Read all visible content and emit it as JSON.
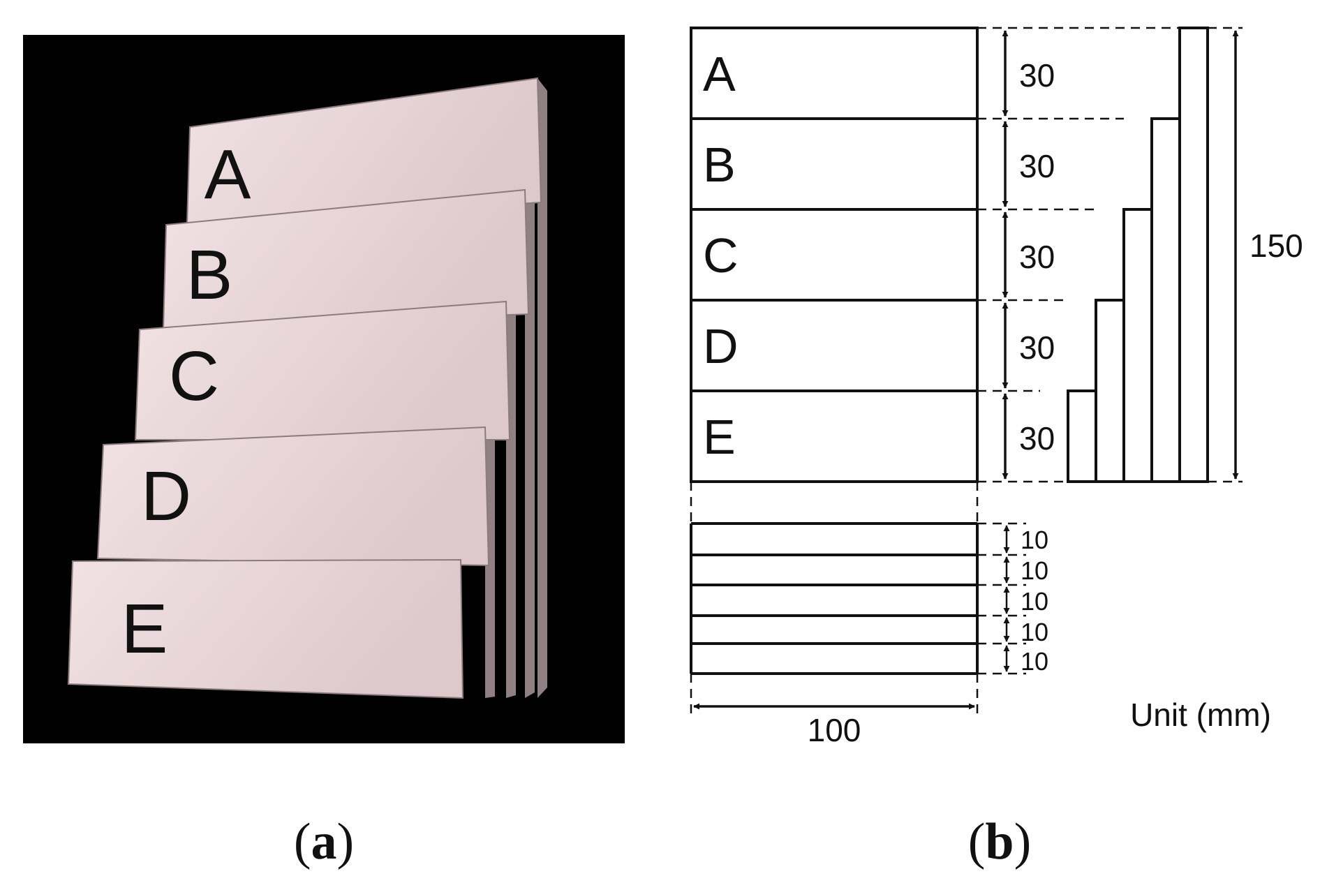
{
  "colors": {
    "photo_background": "#000000",
    "plate_face": "#ead7d9",
    "plate_edge": "#9e8e91",
    "line": "#111111"
  },
  "panel_a": {
    "caption_open": "(",
    "caption_letter": "a",
    "caption_close": ")",
    "plates": [
      {
        "label": "A"
      },
      {
        "label": "B"
      },
      {
        "label": "C"
      },
      {
        "label": "D"
      },
      {
        "label": "E"
      }
    ]
  },
  "panel_b": {
    "caption_open": "(",
    "caption_letter": "b",
    "caption_close": ")",
    "layers": [
      {
        "label": "A",
        "height": "30"
      },
      {
        "label": "B",
        "height": "30"
      },
      {
        "label": "C",
        "height": "30"
      },
      {
        "label": "D",
        "height": "30"
      },
      {
        "label": "E",
        "height": "30"
      }
    ],
    "total_height": "150",
    "width": "100",
    "thin_layers": [
      "10",
      "10",
      "10",
      "10",
      "10"
    ],
    "unit": "Unit (mm)"
  }
}
